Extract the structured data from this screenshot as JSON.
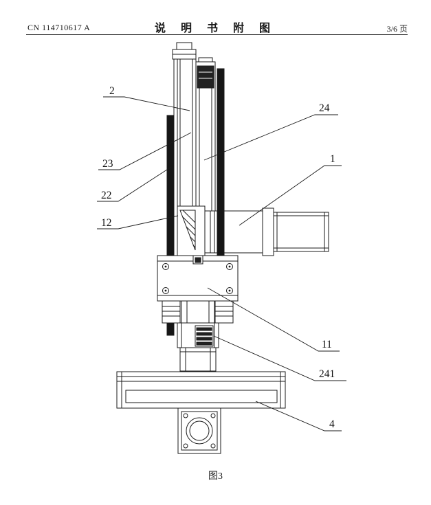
{
  "header": {
    "patent_number": "CN 114710617 A",
    "title": "说 明 书 附 图",
    "page": "3/6 页"
  },
  "figure": {
    "caption": "图3",
    "labels": [
      {
        "id": "2",
        "text": "2"
      },
      {
        "id": "23",
        "text": "23"
      },
      {
        "id": "22",
        "text": "22"
      },
      {
        "id": "12",
        "text": "12"
      },
      {
        "id": "24",
        "text": "24"
      },
      {
        "id": "1",
        "text": "1"
      },
      {
        "id": "11",
        "text": "11"
      },
      {
        "id": "241",
        "text": "241"
      },
      {
        "id": "4",
        "text": "4"
      }
    ]
  }
}
